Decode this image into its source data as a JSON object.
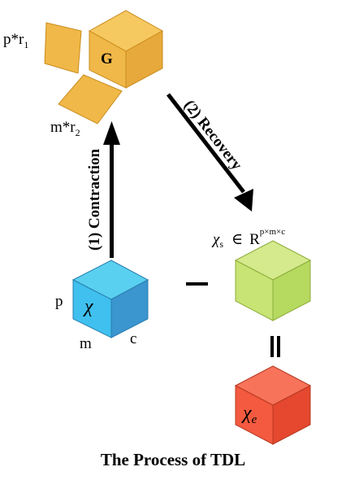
{
  "diagram": {
    "caption": "The Process of TDL",
    "core_tensor": {
      "label": "G",
      "fill_top": "#f6c860",
      "fill_front": "#f0b848",
      "fill_side": "#e8a93c"
    },
    "factor_1": {
      "label_main": "p*r",
      "label_sub": "1",
      "fill": "#f0b848"
    },
    "factor_2": {
      "label_main": "m*r",
      "label_sub": "2",
      "fill": "#f0b848"
    },
    "contraction": {
      "label": "(1) Contraction"
    },
    "recovery": {
      "label": "(2) Recovery"
    },
    "input_tensor": {
      "symbol": "χ",
      "dim_p": "p",
      "dim_m": "m",
      "dim_c": "c",
      "fill_top": "#5ad0f0",
      "fill_front": "#3fc0ee",
      "fill_side": "#3b95cf"
    },
    "minus_sign": "–",
    "equals_sign": "||",
    "recovered_tensor": {
      "symbol": "χ",
      "subscript": "s",
      "element_of": "∈",
      "space": "R",
      "space_dims": "p×m×c",
      "fill_top": "#d4ea8c",
      "fill_front": "#c8e474",
      "fill_side": "#b6d95f"
    },
    "error_tensor": {
      "symbol": "χ",
      "subscript": "e",
      "fill_top": "#f7735a",
      "fill_front": "#f35a3f",
      "fill_side": "#e5482e"
    }
  }
}
